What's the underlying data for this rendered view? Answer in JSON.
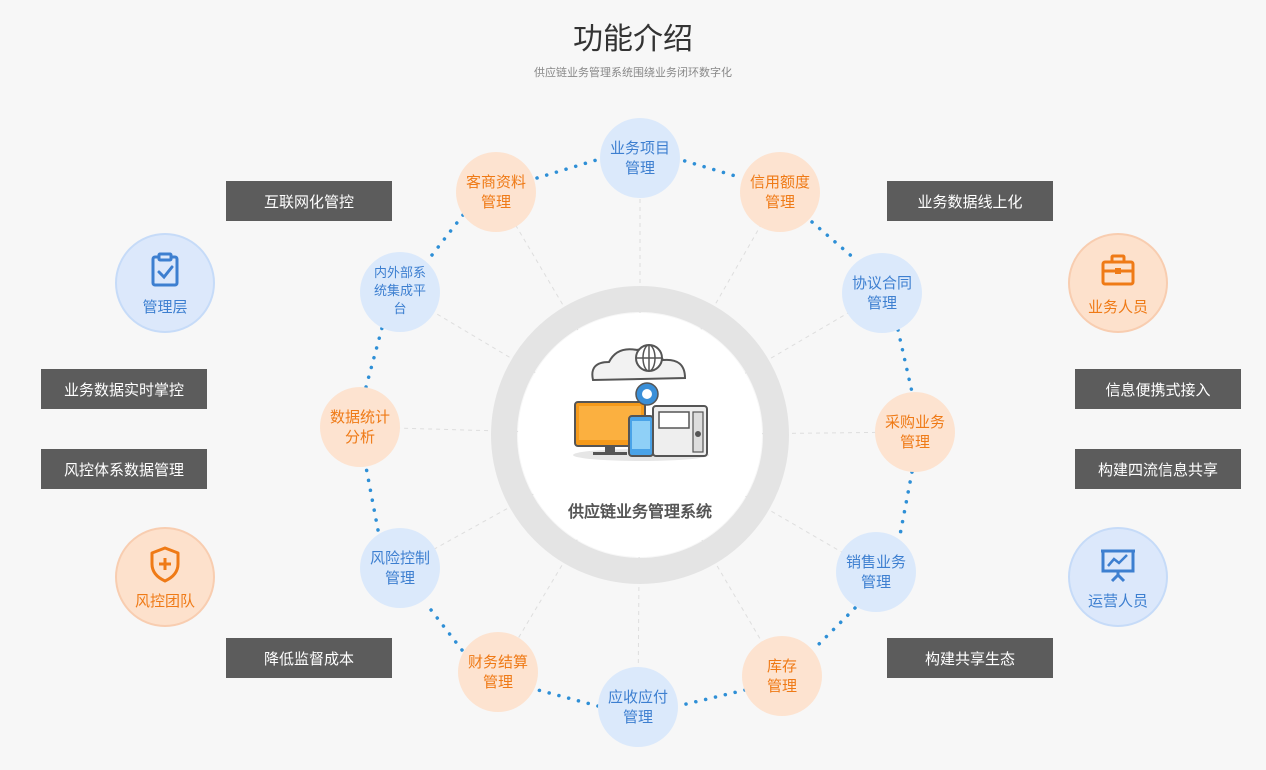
{
  "header": {
    "title": "功能介绍",
    "subtitle": "供应链业务管理系统围绕业务闭环数字化"
  },
  "center": {
    "label": "供应链业务管理系统"
  },
  "modules": [
    {
      "text": "业务项目管理",
      "lines": [
        "业务项目",
        "管理"
      ],
      "color": "blue"
    },
    {
      "text": "信用额度管理",
      "lines": [
        "信用额度",
        "管理"
      ],
      "color": "orange"
    },
    {
      "text": "协议合同管理",
      "lines": [
        "协议合同",
        "管理"
      ],
      "color": "blue"
    },
    {
      "text": "采购业务管理",
      "lines": [
        "采购业务",
        "管理"
      ],
      "color": "orange"
    },
    {
      "text": "销售业务管理",
      "lines": [
        "销售业务",
        "管理"
      ],
      "color": "blue"
    },
    {
      "text": "库存管理",
      "lines": [
        "库存",
        "管理"
      ],
      "color": "orange"
    },
    {
      "text": "应收应付管理",
      "lines": [
        "应收应付",
        "管理"
      ],
      "color": "blue"
    },
    {
      "text": "财务结算管理",
      "lines": [
        "财务结算",
        "管理"
      ],
      "color": "orange"
    },
    {
      "text": "风险控制管理",
      "lines": [
        "风险控制",
        "管理"
      ],
      "color": "blue"
    },
    {
      "text": "数据统计分析",
      "lines": [
        "数据统计",
        "分析"
      ],
      "color": "orange"
    },
    {
      "text": "内外部系统集成平台",
      "lines": [
        "内外部系",
        "统集成平",
        "台"
      ],
      "color": "blue"
    },
    {
      "text": "客商资料管理",
      "lines": [
        "客商资料",
        "管理"
      ],
      "color": "orange"
    }
  ],
  "left_labels": [
    "互联网化管控",
    "业务数据实时掌控",
    "风控体系数据管理",
    "降低监督成本"
  ],
  "right_labels": [
    "业务数据线上化",
    "信息便携式接入",
    "构建四流信息共享",
    "构建共享生态"
  ],
  "roles": {
    "management": {
      "label": "管理层",
      "icon": "clipboard-check-icon"
    },
    "risk_team": {
      "label": "风控团队",
      "icon": "shield-plus-icon"
    },
    "sales_staff": {
      "label": "业务人员",
      "icon": "briefcase-icon"
    },
    "operations_staff": {
      "label": "运营人员",
      "icon": "presentation-board-icon"
    }
  },
  "colors": {
    "blue_node": "#dbe9fb",
    "blue_text": "#3d7fd0",
    "orange_node": "#fde3d0",
    "orange_text": "#ef7a16",
    "label_bg": "#5c5c5c",
    "dot": "#2e8fd6"
  }
}
